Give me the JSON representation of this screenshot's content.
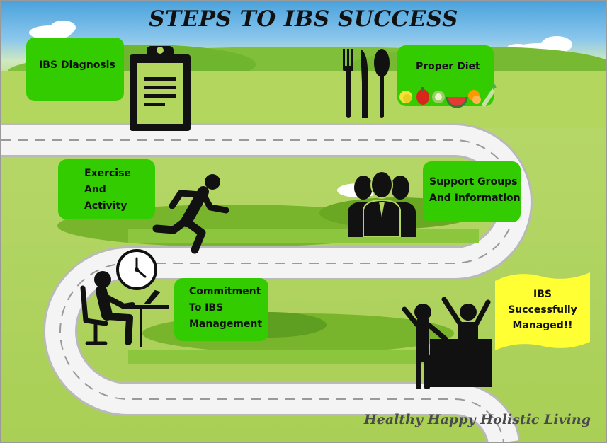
{
  "title": "STEPS TO IBS SUCCESS",
  "steps": [
    {
      "lines": [
        "IBS Diagnosis"
      ]
    },
    {
      "lines": [
        "Proper Diet"
      ]
    },
    {
      "lines": [
        "Exercise",
        "And",
        "Activity"
      ]
    },
    {
      "lines": [
        "Support Groups",
        "And Information"
      ]
    },
    {
      "lines": [
        "Commitment",
        "To IBS",
        "Management"
      ]
    }
  ],
  "final": {
    "lines": [
      "IBS",
      "Successfully",
      "Managed!!"
    ]
  },
  "brand": "Healthy Happy Holistic Living",
  "icons": [
    "clipboard-icon",
    "cutlery-icon",
    "vegetables-icon",
    "runner-icon",
    "group-icon",
    "clock-icon",
    "desk-worker-icon",
    "celebrating-people-icon"
  ],
  "colors": {
    "box": "#33cc00",
    "final_banner": "#ffff33",
    "road": "#f4f4f4",
    "grass": "#a9cf55",
    "sky": "#4aa2dc"
  }
}
